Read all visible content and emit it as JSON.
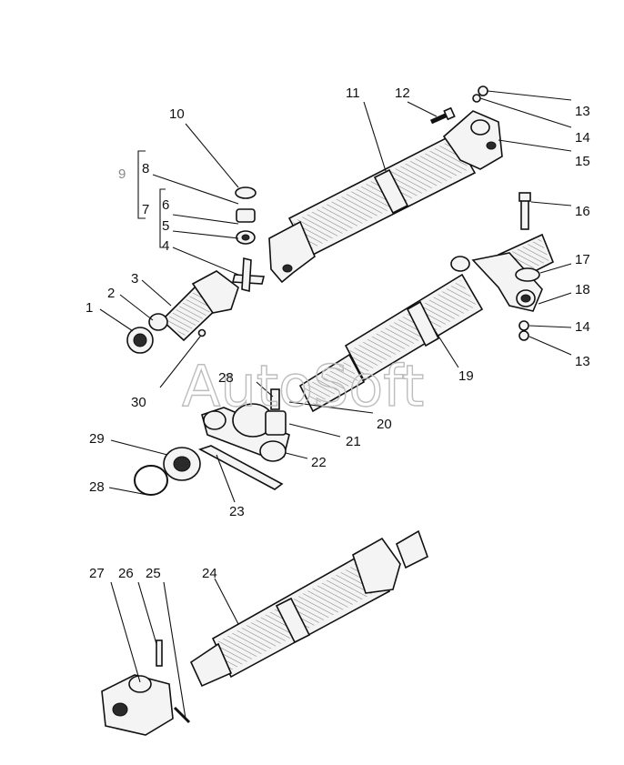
{
  "watermark": "AutoSoft",
  "labels": [
    "1",
    "2",
    "3",
    "4",
    "5",
    "6",
    "7",
    "8",
    "9",
    "10",
    "11",
    "12",
    "13",
    "14",
    "15",
    "16",
    "17",
    "18",
    "19",
    "20",
    "21",
    "22",
    "23",
    "24",
    "25",
    "26",
    "27",
    "28",
    "29",
    "30"
  ],
  "extra_labels": {
    "l13b": "13",
    "l14b": "14",
    "l28b": "28"
  }
}
